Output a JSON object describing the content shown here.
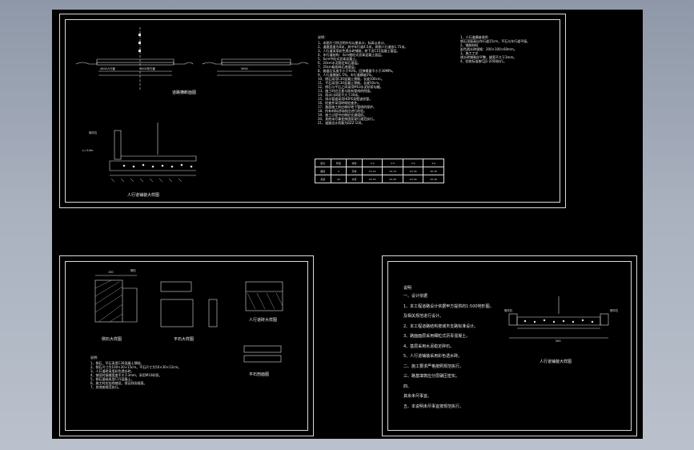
{
  "sheet1": {
    "title_street": "道路横断面图",
    "title_detail": "人行道铺装大样图",
    "label_left_a": "4000人行道",
    "label_left_b": "4500车行道",
    "label_right": "5000",
    "label_curb": "侧平石",
    "label_lanes": "L=3.0m",
    "notes_title": "说明：",
    "notes_lines": [
      "1、本图尺寸除注明外均以厘米计，标高以米计。",
      "2、道路宽度为8米，其中车行道4.5米，两侧人行道各1.75米。",
      "3、人行道采用彩色透水砖铺装，砖下设C15混凝土基层。",
      "4、车行道结构：4cm细粒式沥青混凝土面层。",
      "5、6cm中粒式沥青混凝土。",
      "6、20cm水泥稳定碎石基层。",
      "7、20cm级配碎石底基层。",
      "8、路基压实度不小于93%，回弹模量不小于30MPa。",
      "9、人行道横坡1.5%，车行道横坡2%。",
      "10、侧石采用C30混凝土预制，长度100cm。",
      "11、平石采用C30混凝土预制，长度50cm。",
      "12、侧石与平石之间采用M10水泥砂浆勾缝。",
      "13、施工时应注意与既有管线的衔接。",
      "14、雨水口间距不大于30米。",
      "15、排水管道采用HDPE双壁波纹管。",
      "16、检查井采用砖砌检查井。",
      "17、路面施工前应做好地下管线的保护。",
      "18、所有材料进场前应进行检验。",
      "19、施工过程中应做好交通组织。",
      "20、其他未尽事宜按国家现行规范执行。",
      "21、道路设计荷载为BZZ-100。"
    ],
    "notes_right_lines": [
      "1、人行道横坡说明",
      "侧石顶面高出车行道15cm，平石与车行道平接。",
      "2、铺装材料",
      "彩色透水砖规格：200×100×60mm。",
      "3、施工工艺",
      "透水砖铺装应平整，缝宽不大于3mm。",
      "4、验收标准按CJJ1-2008执行。"
    ],
    "table_headers": [
      "层次",
      "厚度",
      "材料",
      "2.0",
      "2.5",
      "3.0",
      "4.0"
    ],
    "table_rows": [
      [
        "面层",
        "4",
        "沥青",
        "10-14",
        "10-14",
        "20-30",
        "30-45"
      ],
      [
        "基层",
        "20",
        "水稳",
        "20-30",
        "20-30",
        "20-30",
        "25-40"
      ]
    ]
  },
  "sheet2": {
    "title_curb": "侧石大样图",
    "title_flat": "平石大样图",
    "title_paver": "人行道砖大样图",
    "title_tile": "平石剖面图",
    "label_top": "150",
    "label_curb_mark": "侧石",
    "notes_title": "说明：",
    "notes_lines": [
      "1、侧石、平石采用C30混凝土预制。",
      "2、侧石尺寸为100×30×15cm，平石尺寸为50×30×12cm。",
      "3、人行道砖采用彩色透水砖。",
      "4、铺设时接缝宽度不大于3mm，采用M10砂浆。",
      "5、侧石基础采用C15混凝土。",
      "6、施工时应挂线铺设，保证线形顺直。",
      "7、其他按规范执行。"
    ]
  },
  "sheet3": {
    "notes_title": "说明",
    "notes_lines": [
      "一、设计依据",
      "1、本工程道路设计依据甲方提供的1:500地形图。",
      "   及相关规范进行设计。",
      "2、本工程道路结构按城市支路标准设计。",
      "3、路面面层采用细粒式沥青混凝土。",
      "4、基层采用水泥稳定碎石。",
      "5、人行道铺装采用彩色透水砖。",
      "二、施工要求严格按照规范执行。",
      "三、路基填筑应分层碾压密实。",
      "四、",
      "   其余未尽事宜。",
      "五、本说明未尽事宜按规范执行。"
    ],
    "detail_title": "人行道铺装大样图",
    "label_curb": "侧平石",
    "label_right": "侧平石",
    "label_dim": "500"
  }
}
